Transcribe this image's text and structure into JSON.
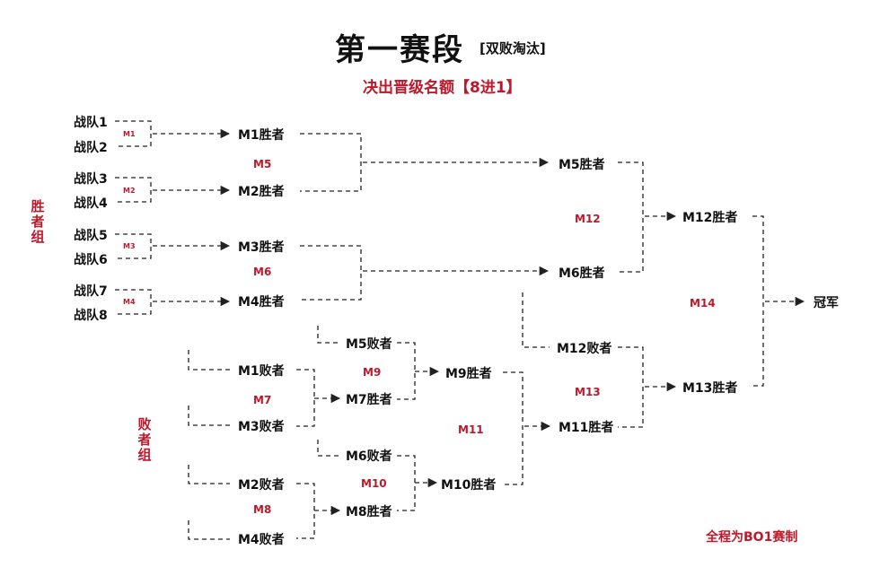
{
  "header": {
    "title": "第一赛段",
    "subtitle": "[双败淘汰]",
    "quota": "决出晋级名额【8进1】"
  },
  "groups": {
    "winners": "胜者组",
    "losers": "败者组"
  },
  "teams": [
    "战队1",
    "战队2",
    "战队3",
    "战队4",
    "战队5",
    "战队6",
    "战队7",
    "战队8"
  ],
  "match_labels": {
    "m1": "M1",
    "m2": "M2",
    "m3": "M3",
    "m4": "M4",
    "m5": "M5",
    "m6": "M6",
    "m7": "M7",
    "m8": "M8",
    "m9": "M9",
    "m10": "M10",
    "m11": "M11",
    "m12": "M12",
    "m13": "M13",
    "m14": "M14"
  },
  "nodes": {
    "m1_winner": "M1胜者",
    "m2_winner": "M2胜者",
    "m3_winner": "M3胜者",
    "m4_winner": "M4胜者",
    "m5_winner": "M5胜者",
    "m6_winner": "M6胜者",
    "m12_winner": "M12胜者",
    "champion": "冠军",
    "m5_loser": "M5败者",
    "m1_loser": "M1败者",
    "m7_winner": "M7胜者",
    "m3_loser": "M3败者",
    "m9_winner": "M9胜者",
    "m6_loser": "M6败者",
    "m2_loser": "M2败者",
    "m10_winner": "M10胜者",
    "m8_winner": "M8胜者",
    "m4_loser": "M4败者",
    "m12_loser": "M12败者",
    "m11_winner": "M11胜者",
    "m13_winner": "M13胜者"
  },
  "footnote": "全程为BO1赛制",
  "colors": {
    "accent": "#c0182a",
    "text": "#111111",
    "line": "#222222"
  }
}
